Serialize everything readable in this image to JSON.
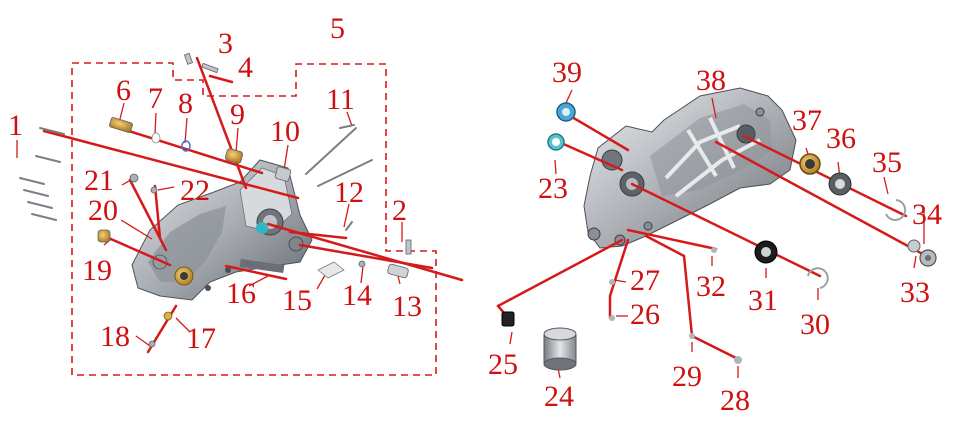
{
  "colors": {
    "leader": "#d61a1a",
    "dash": "#d61a1a",
    "label": "#d01010",
    "housing_light": "#c9ccd0",
    "housing_mid": "#9ea3a9",
    "housing_dark": "#5d6268",
    "brass": "#c9962a",
    "teal": "#32b6c2",
    "blue": "#3b6fd6",
    "black": "#1c1c1c"
  },
  "callouts": [
    {
      "id": "1",
      "text": "1"
    },
    {
      "id": "2",
      "text": "2"
    },
    {
      "id": "3",
      "text": "3"
    },
    {
      "id": "4",
      "text": "4"
    },
    {
      "id": "5",
      "text": "5"
    },
    {
      "id": "6",
      "text": "6"
    },
    {
      "id": "7",
      "text": "7"
    },
    {
      "id": "8",
      "text": "8"
    },
    {
      "id": "9",
      "text": "9"
    },
    {
      "id": "10",
      "text": "10"
    },
    {
      "id": "11",
      "text": "11"
    },
    {
      "id": "12",
      "text": "12"
    },
    {
      "id": "13",
      "text": "13"
    },
    {
      "id": "14",
      "text": "14"
    },
    {
      "id": "15",
      "text": "15"
    },
    {
      "id": "16",
      "text": "16"
    },
    {
      "id": "17",
      "text": "17"
    },
    {
      "id": "18",
      "text": "18"
    },
    {
      "id": "19",
      "text": "19"
    },
    {
      "id": "20",
      "text": "20"
    },
    {
      "id": "21",
      "text": "21"
    },
    {
      "id": "22",
      "text": "22"
    },
    {
      "id": "23",
      "text": "23"
    },
    {
      "id": "24",
      "text": "24"
    },
    {
      "id": "25",
      "text": "25"
    },
    {
      "id": "26",
      "text": "26"
    },
    {
      "id": "27",
      "text": "27"
    },
    {
      "id": "28",
      "text": "28"
    },
    {
      "id": "29",
      "text": "29"
    },
    {
      "id": "30",
      "text": "30"
    },
    {
      "id": "31",
      "text": "31"
    },
    {
      "id": "32",
      "text": "32"
    },
    {
      "id": "33",
      "text": "33"
    },
    {
      "id": "34",
      "text": "34"
    },
    {
      "id": "35",
      "text": "35"
    },
    {
      "id": "36",
      "text": "36"
    },
    {
      "id": "37",
      "text": "37"
    },
    {
      "id": "38",
      "text": "38"
    },
    {
      "id": "39",
      "text": "39"
    }
  ]
}
